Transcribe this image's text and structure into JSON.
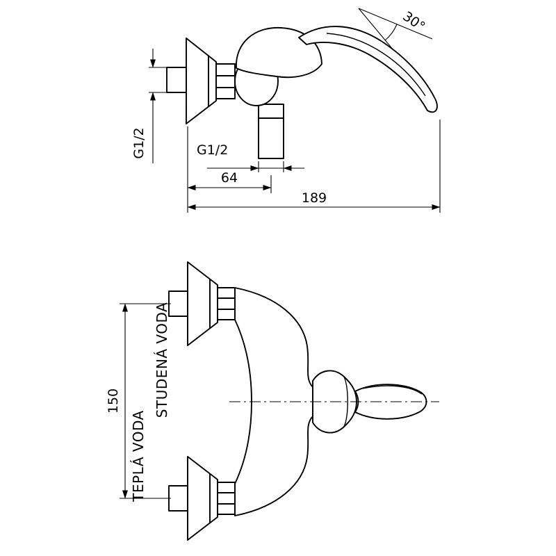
{
  "colors": {
    "background": "#ffffff",
    "line": "#000000"
  },
  "side_view": {
    "angle_label": "30°",
    "wall_thread_label": "G1/2",
    "outlet_thread_label": "G1/2",
    "offset_dim": "64",
    "reach_dim": "189"
  },
  "front_view": {
    "spacing_dim": "150",
    "cold_water_label": "STUDENÁ VODA",
    "hot_water_label": "TEPLÁ VODA"
  }
}
